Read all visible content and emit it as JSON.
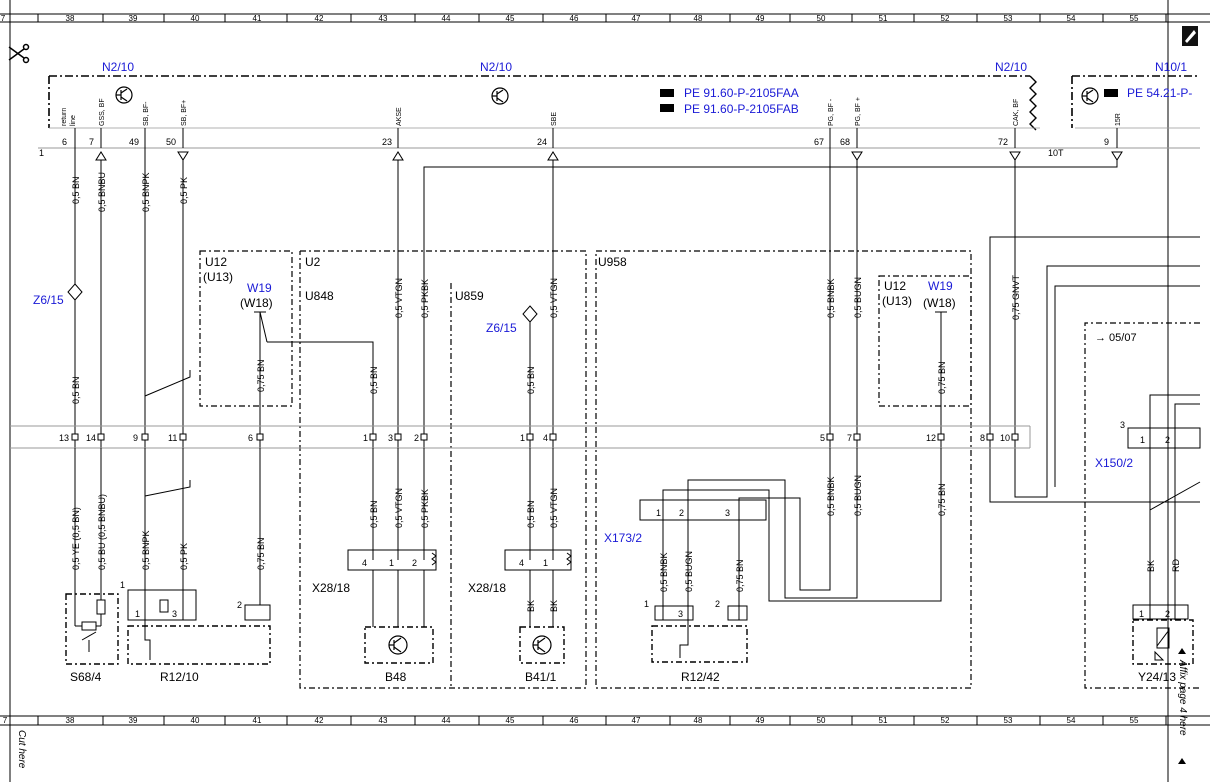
{
  "grid": {
    "top_numbers": [
      "7",
      "38",
      "39",
      "40",
      "41",
      "42",
      "43",
      "44",
      "45",
      "46",
      "47",
      "48",
      "49",
      "50",
      "51",
      "52",
      "53",
      "54",
      "55"
    ],
    "bottom_numbers": [
      "7",
      "38",
      "39",
      "40",
      "41",
      "42",
      "43",
      "44",
      "45",
      "46",
      "47",
      "48",
      "49",
      "50",
      "51",
      "52",
      "53",
      "54",
      "55"
    ]
  },
  "modules": {
    "n2_10_left": "N2/10",
    "n2_10_mid": "N2/10",
    "n2_10_right": "N2/10",
    "n10_1": "N10/1",
    "ref1": "PE 91.60-P-2105FAA",
    "ref2": "PE 91.60-P-2105FAB",
    "ref3": "PE 54.21-P-"
  },
  "pins": {
    "p6": "6",
    "p7": "7",
    "p49": "49",
    "p50": "50",
    "p23": "23",
    "p24": "24",
    "p67": "67",
    "p68": "68",
    "p72": "72",
    "p9": "9",
    "left1": "1",
    "t10": "10T"
  },
  "pin_labels": {
    "return": "return",
    "line": "line",
    "gss": "GSS, BF",
    "sb_bf_m": "SB, BF-",
    "sb_bf_p": "SB, BF+",
    "akse": "AKSE",
    "sbe": "SBE",
    "pg_bf_m": "PG, BF -",
    "pg_bf_p": "PG, BF +",
    "cak": "CAK, BF",
    "r15": "15R"
  },
  "wires": {
    "w1": "0,5 BN",
    "w2": "0,5 BNBU",
    "w3": "0,5 BNPK",
    "w4": "0,5 PK",
    "w5": "0,5 VTGN",
    "w6": "0,5 PKBK",
    "w7": "0,5 VTGN",
    "w8": "0,5 BNBK",
    "w9": "0,5 BUGN",
    "w10": "0,75 GNVT",
    "w11": "0,5 BN",
    "w12": "0,75 BN",
    "w13": "0,5 BN",
    "w14": "0,5 BN",
    "w15": "0,75 BN",
    "lw1": "0,5 YE (0,5 BN)",
    "lw2": "0,5 BU (0,5 BNBU)",
    "lw3": "0,5 BNPK",
    "lw4": "0,5 PK",
    "lw5": "0,75 BN",
    "lw6": "0,5 BN",
    "lw7": "0,5 VTGN",
    "lw8": "0,5 PKBK",
    "lw9": "0,5 BN",
    "lw10": "0,5 VTGN",
    "lw11": "0,5 BNBK",
    "lw12": "0,5 BUGN",
    "lw13": "0,75 BN",
    "lw14": "0,5 BNBK",
    "lw15": "0,5 BUGN",
    "lw16": "0,75 BN",
    "bk1": "BK",
    "bk2": "BK",
    "bk3": "BK",
    "rd": "RD"
  },
  "connector_pins": {
    "c13": "13",
    "c14": "14",
    "c9": "9",
    "c11": "11",
    "c6": "6",
    "c1a": "1",
    "c3a": "3",
    "c2a": "2",
    "c1b": "1",
    "c4b": "4",
    "c5": "5",
    "c7": "7",
    "c12": "12",
    "c8": "8",
    "c10": "10"
  },
  "components": {
    "u12": "U12",
    "u13": "(U13)",
    "w19": "W19",
    "w18": "(W18)",
    "u2": "U2",
    "u848": "U848",
    "u859": "U859",
    "u958": "U958",
    "u12b": "U12",
    "u13b": "(U13)",
    "w19b": "W19",
    "w18b": "(W18)",
    "z6_15a": "Z6/15",
    "z6_15b": "Z6/15",
    "x28_18a": "X28/18",
    "x28_18b": "X28/18",
    "x173_2": "X173/2",
    "x150_2": "X150/2",
    "s68_4": "S68/4",
    "r12_10": "R12/10",
    "b48": "B48",
    "b41_1": "B41/1",
    "r12_42": "R12/42",
    "y24_13": "Y24/13",
    "ref0507": "→ 05/07",
    "p4": "4",
    "p1": "1",
    "p2": "2",
    "p4b": "4",
    "p1b": "1",
    "pr1": "1",
    "pr2": "2",
    "pr3": "3",
    "pr1b": "1",
    "pr2b": "2",
    "px1": "1",
    "px2": "2",
    "px3": "3",
    "pxr1": "1",
    "pxr3": "3",
    "pxr2": "2",
    "py3": "3",
    "py1": "1",
    "py2": "2",
    "pyb1": "1",
    "pyb2": "2"
  },
  "margin": {
    "cut_here": "Cut here",
    "affix": "Affix page 4 here"
  }
}
